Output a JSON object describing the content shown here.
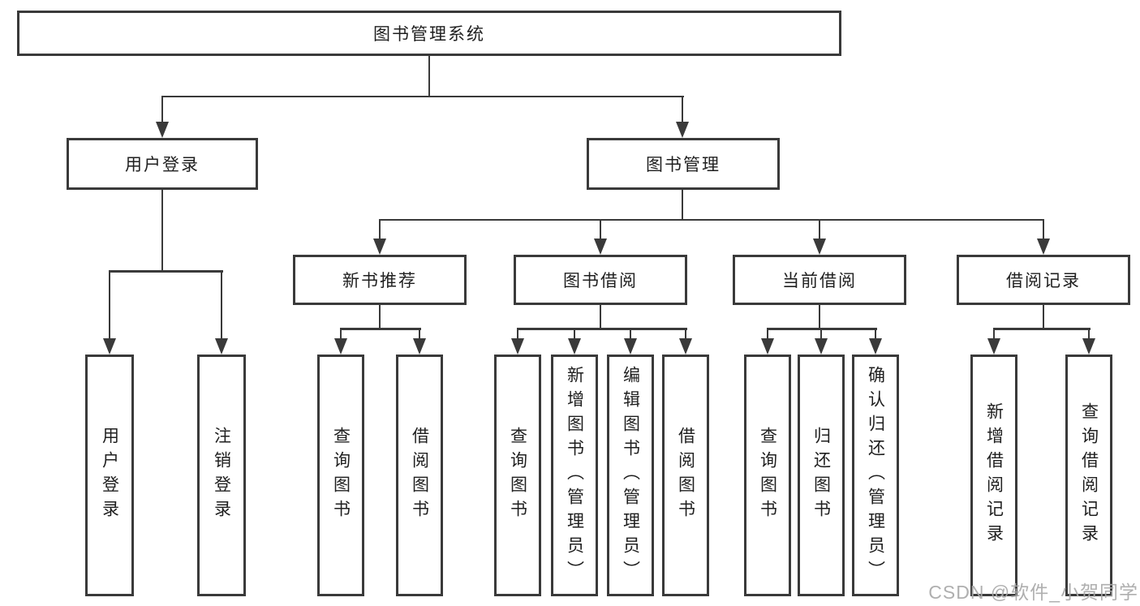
{
  "diagram": {
    "root": {
      "label": "图书管理系统"
    },
    "branches": [
      {
        "label": "用户登录",
        "children": [
          {
            "label": "用户登录"
          },
          {
            "label": "注销登录"
          }
        ]
      },
      {
        "label": "图书管理",
        "children": [
          {
            "label": "新书推荐",
            "children": [
              {
                "label": "查询图书"
              },
              {
                "label": "借阅图书"
              }
            ]
          },
          {
            "label": "图书借阅",
            "children": [
              {
                "label": "查询图书"
              },
              {
                "label": "新增图书（管理员）"
              },
              {
                "label": "编辑图书（管理员）"
              },
              {
                "label": "借阅图书"
              }
            ]
          },
          {
            "label": "当前借阅",
            "children": [
              {
                "label": "查询图书"
              },
              {
                "label": "归还图书"
              },
              {
                "label": "确认归还（管理员）"
              }
            ]
          },
          {
            "label": "借阅记录",
            "children": [
              {
                "label": "新增借阅记录"
              },
              {
                "label": "查询借阅记录"
              }
            ]
          }
        ]
      }
    ]
  },
  "watermark": {
    "text": "CSDN @软件_小贺同学"
  },
  "colors": {
    "line": "#3a3a3a",
    "text": "#1f1f1f",
    "watermark": "#a9a9a9",
    "background": "#ffffff"
  }
}
